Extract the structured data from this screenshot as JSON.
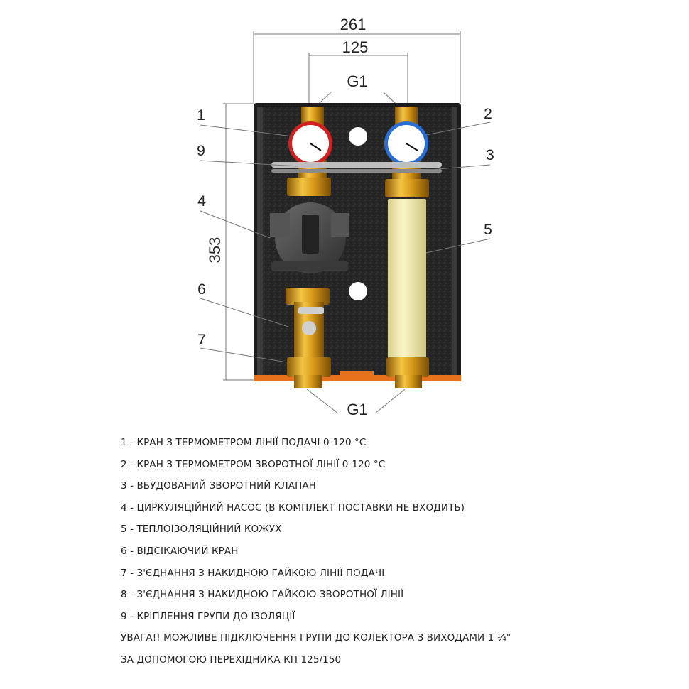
{
  "dimensions": {
    "width_total": "261",
    "width_center": "125",
    "height": "353",
    "thread_top": "G1",
    "thread_bottom": "G1"
  },
  "callouts": [
    "1",
    "2",
    "3",
    "4",
    "5",
    "6",
    "7",
    "9"
  ],
  "legend": [
    "1 - КРАН З ТЕРМОМЕТРОМ ЛІНІЇ ПОДАЧІ 0-120 °C",
    "2 - КРАН З ТЕРМОМЕТРОМ ЗВОРОТНОЇ ЛІНІЇ 0-120 °C",
    "3 - ВБУДОВАНИЙ ЗВОРОТНИЙ КЛАПАН",
    "4 - ЦИРКУЛЯЦІЙНИЙ НАСОС (В КОМПЛЕКТ ПОСТАВКИ НЕ ВХОДИТЬ)",
    "5 - ТЕПЛОІЗОЛЯЦІЙНИЙ КОЖУХ",
    "6 - ВІДСІКАЮЧИЙ КРАН",
    "7 - З'ЄДНАННЯ З НАКИДНОЮ ГАЙКОЮ ЛІНІЇ ПОДАЧІ",
    "8 - З'ЄДНАННЯ З НАКИДНОЮ ГАЙКОЮ ЗВОРОТНОЇ ЛІНІЇ",
    "9 - КРІПЛЕННЯ ГРУПИ ДО ІЗОЛЯЦІЇ",
    "УВАГА!! МОЖЛИВЕ ПІДКЛЮЧЕННЯ ГРУПИ ДО КОЛЕКТОРА З ВИХОДАМИ 1 ¼\"",
    "ЗА ДОПОМОГОЮ ПЕРЕХІДНИКА КП 125/150"
  ],
  "colors": {
    "insulation": "#2b2b2b",
    "brass": "#d9a21c",
    "pump": "#4a4a4a",
    "shell": "#f2eab0",
    "supply_dial": "#d32020",
    "return_dial": "#2a6fd6",
    "base": "#e8711c"
  }
}
